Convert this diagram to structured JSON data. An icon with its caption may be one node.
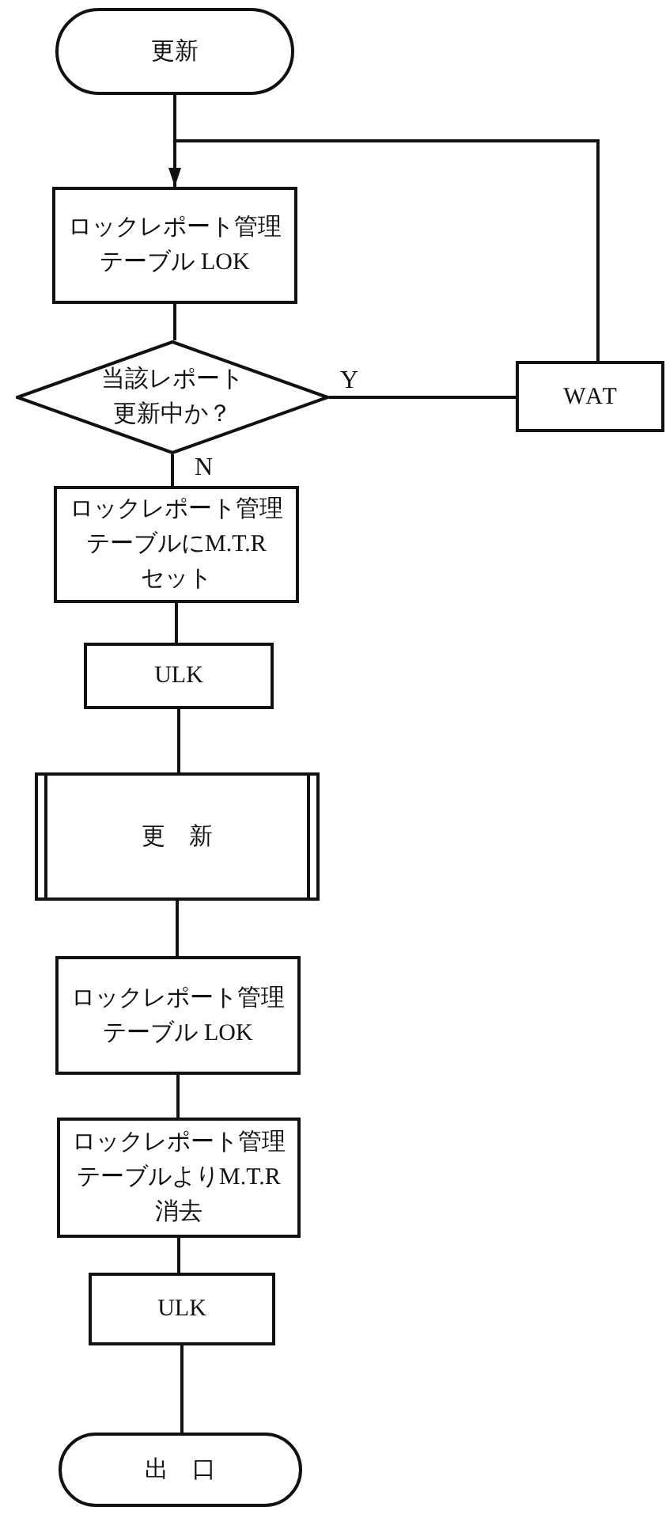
{
  "diagram": {
    "nodes": [
      {
        "text": [
          "更新"
        ]
      },
      {
        "text": [
          "ロックレポート管理テーブル LOK"
        ]
      },
      {
        "text": [
          "当該レポート更新中か？"
        ]
      },
      {
        "text": [
          "ロックレポート管理テーブルにM.T.Rセット"
        ]
      },
      {
        "text": [
          "ULK"
        ]
      },
      {
        "text": [
          "更新"
        ]
      },
      {
        "text": [
          "ロックレポート管理テーブル LOK"
        ]
      },
      {
        "text": [
          "ロックレポート管理テーブルよりM.T.R消去"
        ]
      },
      {
        "text": [
          "ULK"
        ]
      },
      {
        "text": [
          "出口"
        ]
      },
      {
        "text": [
          "WAT"
        ]
      }
    ],
    "edges": [
      {
        "from": 0,
        "to": 1,
        "arrow": "none"
      },
      {
        "from": 1,
        "to": 2,
        "arrow": "none"
      },
      {
        "from": 2,
        "to": 3,
        "arrow": "none",
        "label": "N"
      },
      {
        "from": 2,
        "to": 10,
        "arrow": "none",
        "label": "Y"
      },
      {
        "from": 10,
        "to": 1,
        "arrow": "to"
      },
      {
        "from": 3,
        "to": 4,
        "arrow": "none"
      },
      {
        "from": 4,
        "to": 5,
        "arrow": "none"
      },
      {
        "from": 5,
        "to": 6,
        "arrow": "none"
      },
      {
        "from": 6,
        "to": 7,
        "arrow": "none"
      },
      {
        "from": 7,
        "to": 8,
        "arrow": "none"
      },
      {
        "from": 8,
        "to": 9,
        "arrow": "none"
      }
    ]
  }
}
